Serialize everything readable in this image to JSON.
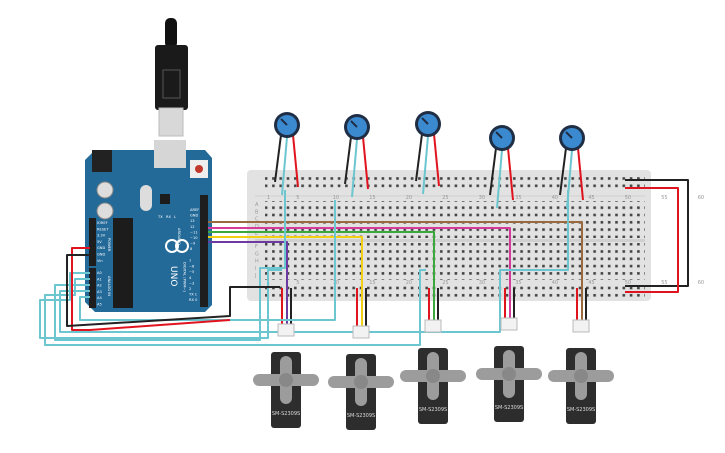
{
  "arduino": {
    "brand": "ARDUINO",
    "model": "UNO",
    "digital_label": "DIGITAL (PWM~)",
    "analog_label": "ANALOG IN",
    "power_label": "POWER",
    "power_pins": [
      "IOREF",
      "RESET",
      "3.3V",
      "5V",
      "GND",
      "GND",
      "Vin"
    ],
    "analog_pins": [
      "A0",
      "A1",
      "A2",
      "A3",
      "A4",
      "A5"
    ],
    "digital_top_pins": [
      "AREF",
      "GND",
      "13",
      "12",
      "~11",
      "~10",
      "~9",
      "8"
    ],
    "digital_bottom_pins": [
      "7",
      "~6",
      "~5",
      "4",
      "~3",
      "2",
      "TX 1",
      "RX 0"
    ],
    "leds": [
      "TX",
      "RX",
      "L"
    ]
  },
  "breadboard": {
    "column_numbers": [
      "1",
      "5",
      "10",
      "15",
      "20",
      "25",
      "30",
      "35",
      "40",
      "45",
      "50",
      "55",
      "60"
    ],
    "row_letters_top": [
      "A",
      "B",
      "C",
      "D",
      "E"
    ],
    "row_letters_bottom": [
      "F",
      "G",
      "H",
      "I",
      "J"
    ]
  },
  "servos": [
    {
      "label": "SM-S2309S"
    },
    {
      "label": "SM-S2309S"
    },
    {
      "label": "SM-S2309S"
    },
    {
      "label": "SM-S2309S"
    },
    {
      "label": "SM-S2309S"
    }
  ],
  "potentiometers_count": 5,
  "colors": {
    "board": "#236a99",
    "breadboard": "#e2e2e2",
    "wire_brown": "#9a6a3e",
    "wire_pink": "#d63a9b",
    "wire_green": "#3aa83a",
    "wire_yellow": "#f2cf10",
    "wire_purple": "#6c3aa0",
    "wire_cyan": "#6cc6d0",
    "wire_red": "#e0141e",
    "wire_black": "#222222",
    "pot_knob": "#3b8ad0"
  }
}
